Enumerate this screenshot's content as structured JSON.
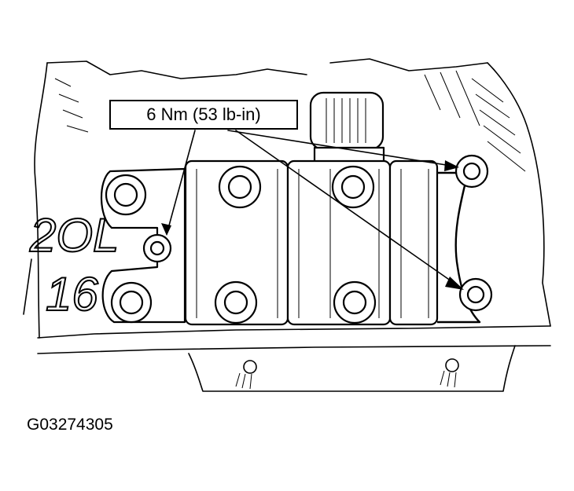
{
  "callout": {
    "torque_label": "6 Nm (53 lb-in)"
  },
  "figure": {
    "id": "G03274305"
  },
  "engraving": {
    "line1": "2OL",
    "line2": "16"
  },
  "colors": {
    "ink": "#000000",
    "paper": "#ffffff"
  }
}
